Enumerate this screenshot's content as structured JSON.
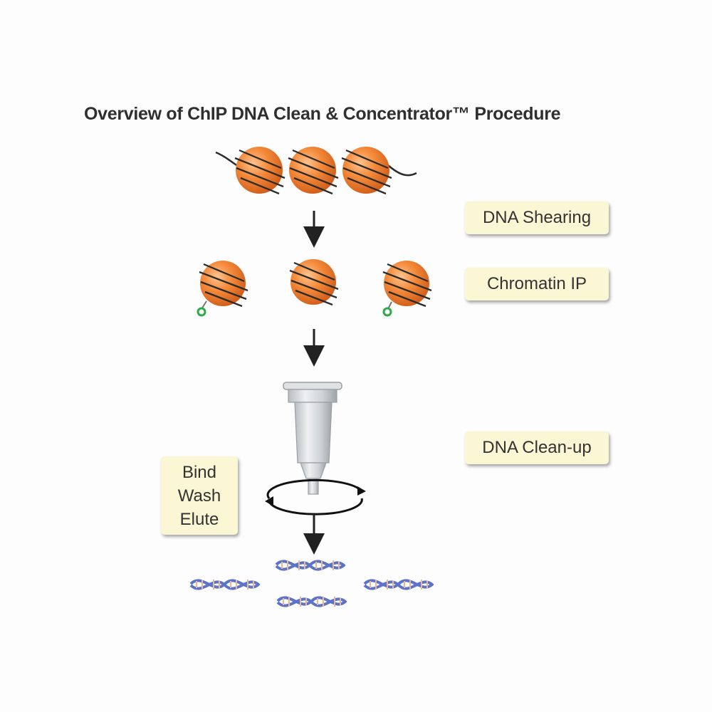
{
  "title": "Overview of ChIP DNA Clean & Concentrator™ Procedure",
  "steps": {
    "shearing": "DNA Shearing",
    "chromatin_ip": "Chromatin IP",
    "cleanup": "DNA Clean-up"
  },
  "column_steps": [
    "Bind",
    "Wash",
    "Elute"
  ],
  "colors": {
    "nucleosome": "#f08a3c",
    "nucleosome_edge": "#c4571a",
    "dna_wrap": "#2b2b2b",
    "antibody_tag": "#2faa4a",
    "label_bg": "#fbf6d4",
    "dna_helix": "#5b73c9",
    "base_pairs": "#e8b98a"
  }
}
